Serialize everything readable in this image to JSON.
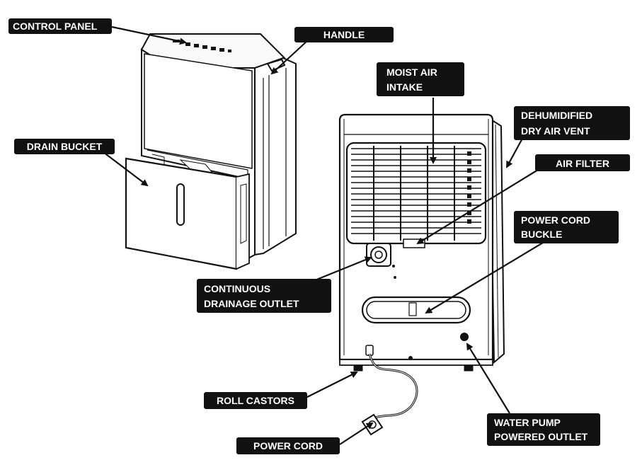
{
  "labels": {
    "control_panel": "CONTROL PANEL",
    "handle": "HANDLE",
    "drain_bucket": "DRAIN BUCKET",
    "moist_air_intake_1": "MOIST AIR",
    "moist_air_intake_2": "INTAKE",
    "dry_air_vent_1": "DEHUMIDIFIED",
    "dry_air_vent_2": "DRY AIR VENT",
    "air_filter": "AIR FILTER",
    "power_cord_buckle_1": "POWER CORD",
    "power_cord_buckle_2": "BUCKLE",
    "continuous_drainage_1": "CONTINUOUS",
    "continuous_drainage_2": "DRAINAGE OUTLET",
    "roll_castors": "ROLL CASTORS",
    "power_cord": "POWER CORD",
    "water_pump_1": "WATER PUMP",
    "water_pump_2": "POWERED OUTLET"
  },
  "colors": {
    "label_bg": "#111111",
    "label_text": "#ffffff",
    "line": "#111111"
  }
}
